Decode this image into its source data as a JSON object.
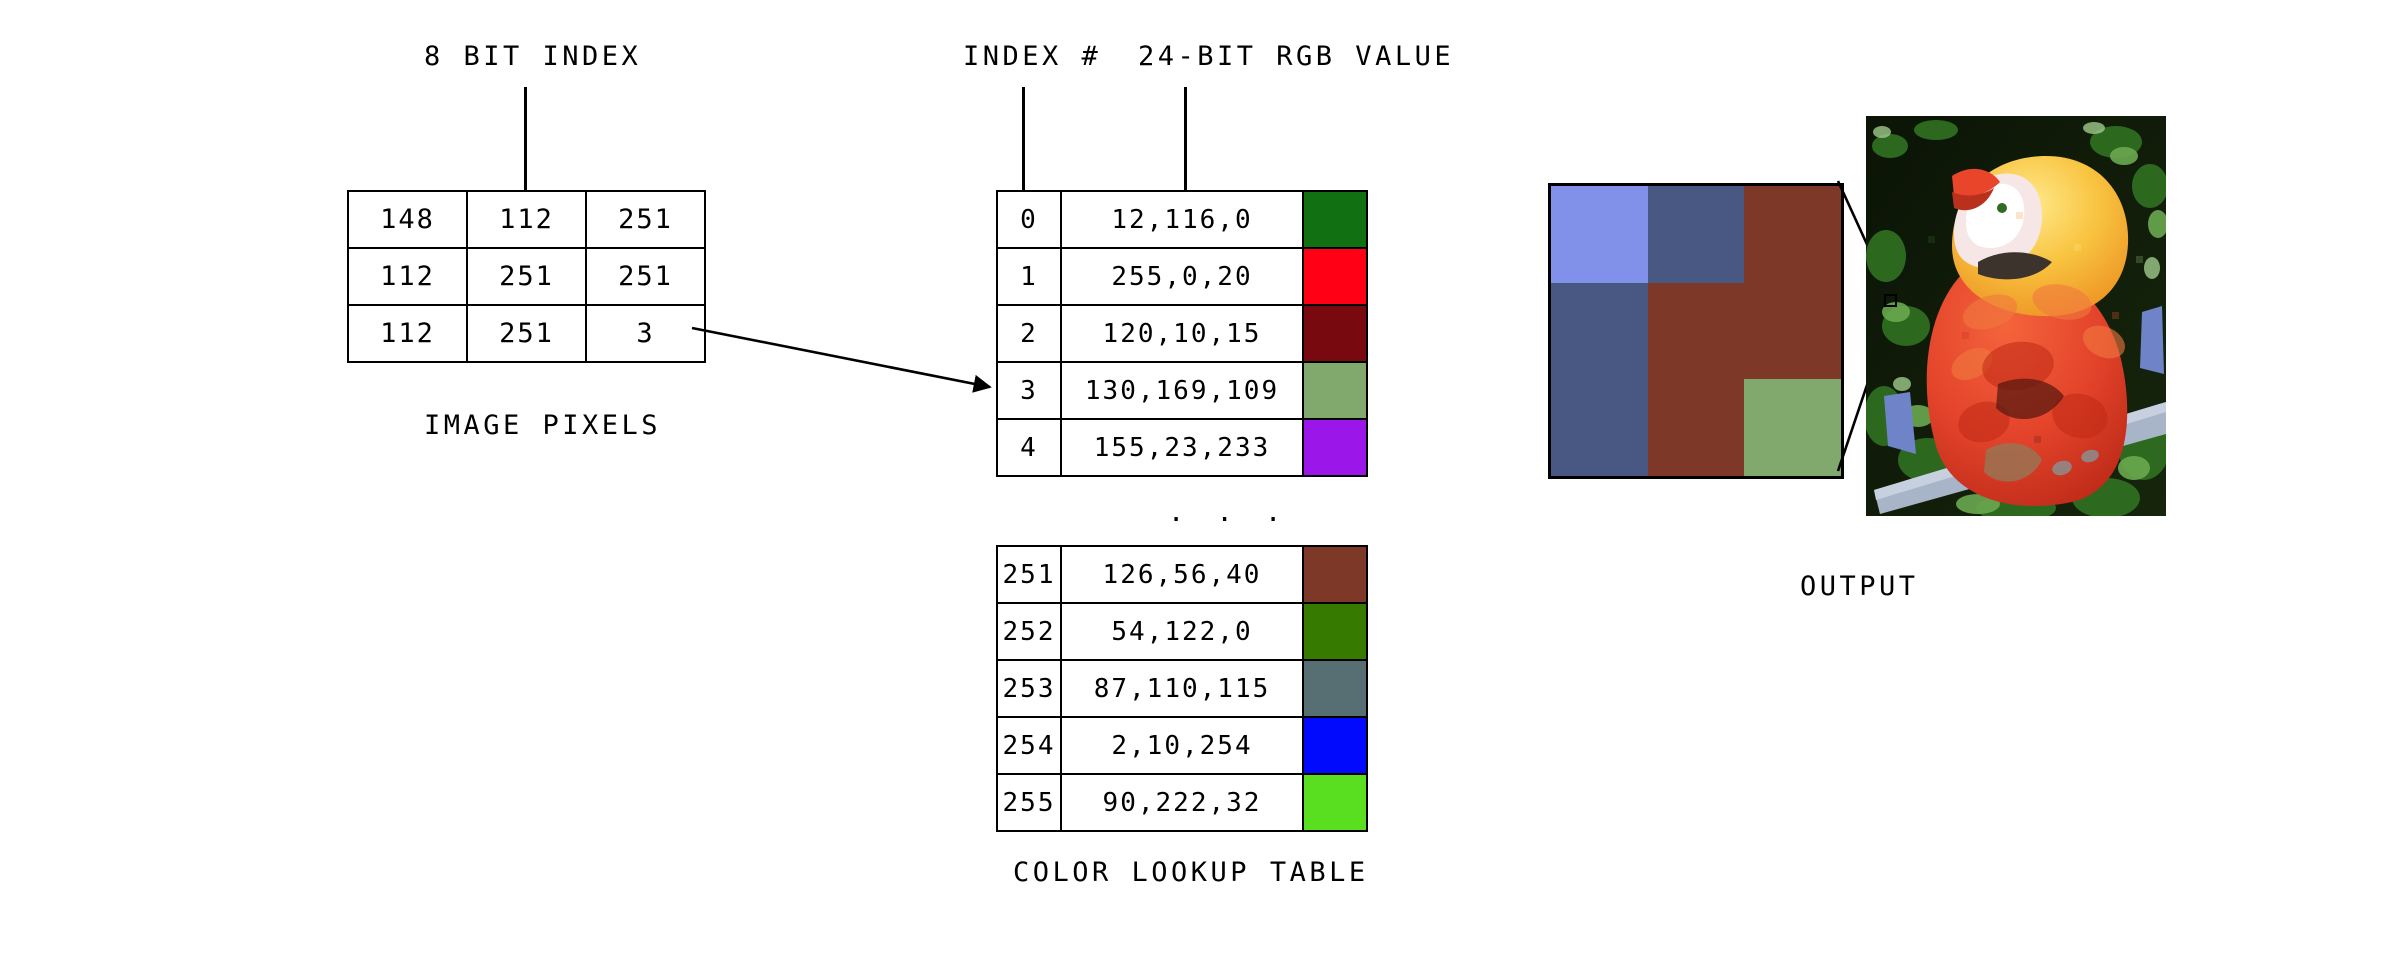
{
  "labels": {
    "pixel_header": "8 BIT INDEX",
    "pixel_caption": "IMAGE PIXELS",
    "clut_index_header": "INDEX #",
    "clut_rgb_header": "24-BIT RGB VALUE",
    "clut_caption": "COLOR LOOKUP TABLE",
    "ellipsis": ". . .",
    "output_caption": "OUTPUT"
  },
  "image_pixels": {
    "rows": [
      [
        "148",
        "112",
        "251"
      ],
      [
        "112",
        "251",
        "251"
      ],
      [
        "112",
        "251",
        "3"
      ]
    ]
  },
  "clut_top": {
    "rows": [
      {
        "index": "0",
        "rgb": "12,116,0",
        "color": "#117011"
      },
      {
        "index": "1",
        "rgb": "255,0,20",
        "color": "#ff0014"
      },
      {
        "index": "2",
        "rgb": "120,10,15",
        "color": "#780a0f"
      },
      {
        "index": "3",
        "rgb": "130,169,109",
        "color": "#82a96d"
      },
      {
        "index": "4",
        "rgb": "155,23,233",
        "color": "#9b17e9"
      }
    ]
  },
  "clut_bottom": {
    "rows": [
      {
        "index": "251",
        "rgb": "126,56,40",
        "color": "#7e3828"
      },
      {
        "index": "252",
        "rgb": "54,122,0",
        "color": "#367a00"
      },
      {
        "index": "253",
        "rgb": "87,110,115",
        "color": "#576e73"
      },
      {
        "index": "254",
        "rgb": "2,10,254",
        "color": "#020afe"
      },
      {
        "index": "255",
        "rgb": "90,222,32",
        "color": "#5ade20"
      }
    ]
  },
  "zoom_block": {
    "cells": [
      "#8190e8",
      "#485883",
      "#7e3828",
      "#485883",
      "#7e3828",
      "#7e3828",
      "#485883",
      "#7e3828",
      "#82a96d"
    ]
  },
  "colors": {
    "stroke": "#000000",
    "background": "#ffffff"
  }
}
